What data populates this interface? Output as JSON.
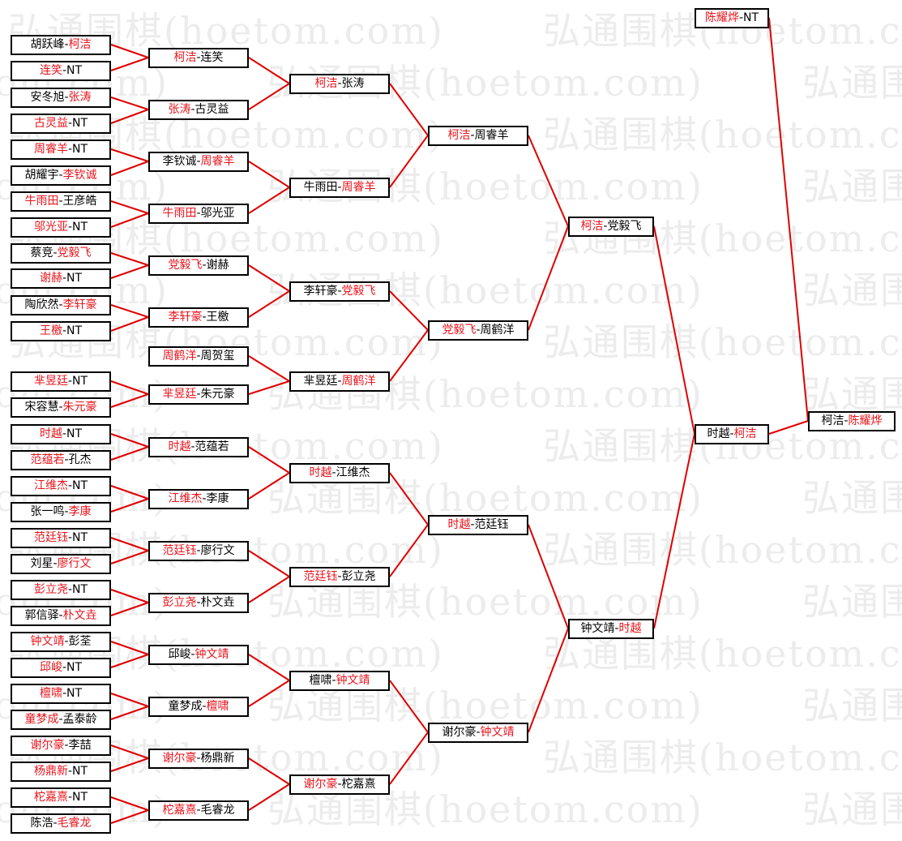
{
  "watermark": "弘通围棋(hoetom.com)",
  "colors": {
    "winner": "#e8141c",
    "line": "#e00000"
  },
  "rounds": {
    "r1": [
      {
        "a": "胡跃峰",
        "b": "柯洁",
        "w": "b"
      },
      {
        "a": "连笑",
        "b": "NT",
        "w": "a"
      },
      {
        "a": "安冬旭",
        "b": "张涛",
        "w": "b"
      },
      {
        "a": "古灵益",
        "b": "NT",
        "w": "a"
      },
      {
        "a": "周睿羊",
        "b": "NT",
        "w": "a"
      },
      {
        "a": "胡耀宇",
        "b": "李钦诚",
        "w": "b"
      },
      {
        "a": "牛雨田",
        "b": "王彦皓",
        "w": "a"
      },
      {
        "a": "邬光亚",
        "b": "NT",
        "w": "a"
      },
      {
        "a": "蔡竞",
        "b": "党毅飞",
        "w": "b"
      },
      {
        "a": "谢赫",
        "b": "NT",
        "w": "a"
      },
      {
        "a": "陶欣然",
        "b": "李轩豪",
        "w": "b"
      },
      {
        "a": "王檄",
        "b": "NT",
        "w": "a"
      },
      {
        "a": "芈昱廷",
        "b": "NT",
        "w": "a"
      },
      {
        "a": "宋容慧",
        "b": "朱元豪",
        "w": "b"
      },
      {
        "a": "时越",
        "b": "NT",
        "w": "a"
      },
      {
        "a": "范蕴若",
        "b": "孔杰",
        "w": "a"
      },
      {
        "a": "江维杰",
        "b": "NT",
        "w": "a"
      },
      {
        "a": "张一鸣",
        "b": "李康",
        "w": "b"
      },
      {
        "a": "范廷钰",
        "b": "NT",
        "w": "a"
      },
      {
        "a": "刘星",
        "b": "廖行文",
        "w": "b"
      },
      {
        "a": "彭立尧",
        "b": "NT",
        "w": "a"
      },
      {
        "a": "郭信驿",
        "b": "朴文垚",
        "w": "b"
      },
      {
        "a": "钟文靖",
        "b": "彭荃",
        "w": "a"
      },
      {
        "a": "邱峻",
        "b": "NT",
        "w": "a"
      },
      {
        "a": "檀啸",
        "b": "NT",
        "w": "a"
      },
      {
        "a": "童梦成",
        "b": "孟泰龄",
        "w": "a"
      },
      {
        "a": "谢尔豪",
        "b": "李喆",
        "w": "a"
      },
      {
        "a": "杨鼎新",
        "b": "NT",
        "w": "a"
      },
      {
        "a": "柁嘉熹",
        "b": "NT",
        "w": "a"
      },
      {
        "a": "陈浩",
        "b": "毛睿龙",
        "w": "b"
      }
    ],
    "r2": [
      {
        "a": "柯洁",
        "b": "连笑",
        "w": "a"
      },
      {
        "a": "张涛",
        "b": "古灵益",
        "w": "a"
      },
      {
        "a": "李钦诚",
        "b": "周睿羊",
        "w": "b"
      },
      {
        "a": "牛雨田",
        "b": "邬光亚",
        "w": "a"
      },
      {
        "a": "党毅飞",
        "b": "谢赫",
        "w": "a"
      },
      {
        "a": "李轩豪",
        "b": "王檄",
        "w": "a"
      },
      {
        "a": "周鹤洋",
        "b": "周贺玺",
        "w": "a"
      },
      {
        "a": "芈昱廷",
        "b": "朱元豪",
        "w": "a"
      },
      {
        "a": "时越",
        "b": "范蕴若",
        "w": "a"
      },
      {
        "a": "江维杰",
        "b": "李康",
        "w": "a"
      },
      {
        "a": "范廷钰",
        "b": "廖行文",
        "w": "a"
      },
      {
        "a": "彭立尧",
        "b": "朴文垚",
        "w": "a"
      },
      {
        "a": "邱峻",
        "b": "钟文靖",
        "w": "b"
      },
      {
        "a": "童梦成",
        "b": "檀啸",
        "w": "b"
      },
      {
        "a": "谢尔豪",
        "b": "杨鼎新",
        "w": "a"
      },
      {
        "a": "柁嘉熹",
        "b": "毛睿龙",
        "w": "a"
      }
    ],
    "r3": [
      {
        "a": "柯洁",
        "b": "张涛",
        "w": "a"
      },
      {
        "a": "牛雨田",
        "b": "周睿羊",
        "w": "b"
      },
      {
        "a": "李轩豪",
        "b": "党毅飞",
        "w": "b"
      },
      {
        "a": "芈昱廷",
        "b": "周鹤洋",
        "w": "b"
      },
      {
        "a": "时越",
        "b": "江维杰",
        "w": "a"
      },
      {
        "a": "范廷钰",
        "b": "彭立尧",
        "w": "a"
      },
      {
        "a": "檀啸",
        "b": "钟文靖",
        "w": "b"
      },
      {
        "a": "谢尔豪",
        "b": "柁嘉熹",
        "w": "a"
      }
    ],
    "r4": [
      {
        "a": "柯洁",
        "b": "周睿羊",
        "w": "a"
      },
      {
        "a": "党毅飞",
        "b": "周鹤洋",
        "w": "a"
      },
      {
        "a": "时越",
        "b": "范廷钰",
        "w": "a"
      },
      {
        "a": "谢尔豪",
        "b": "钟文靖",
        "w": "b"
      }
    ],
    "r5": [
      {
        "a": "柯洁",
        "b": "党毅飞",
        "w": "a"
      },
      {
        "a": "钟文靖",
        "b": "时越",
        "w": "b"
      }
    ],
    "r6": [
      {
        "a": "时越",
        "b": "柯洁",
        "w": "b"
      }
    ],
    "seed": [
      {
        "a": "陈耀烨",
        "b": "NT",
        "w": "a"
      }
    ],
    "final": [
      {
        "a": "柯洁",
        "b": "陈耀烨",
        "w": "b"
      }
    ]
  }
}
